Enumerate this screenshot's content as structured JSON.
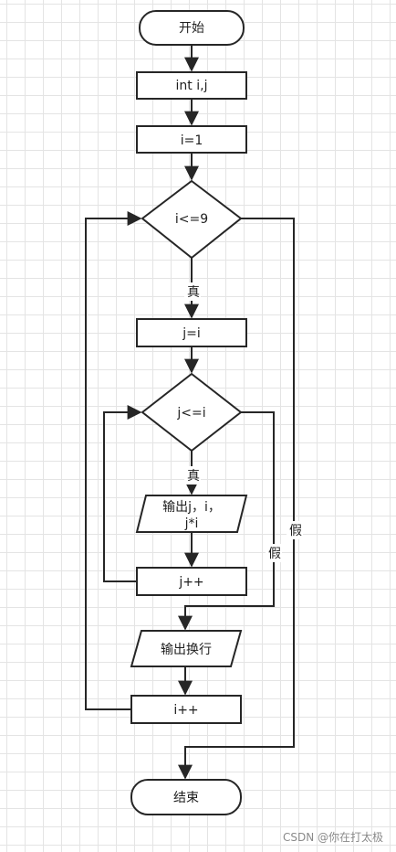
{
  "flowchart": {
    "nodes": {
      "start": "开始",
      "declare": "int i,j",
      "init_i": "i=1",
      "cond_i": "i<=9",
      "init_j": "j=i",
      "cond_j": "j<=i",
      "output_line1": "输出j，i，",
      "output_line2": "j*i",
      "inc_j": "j++",
      "newline": "输出换行",
      "inc_i": "i++",
      "end": "结束"
    },
    "edge_labels": {
      "cond_i_true": "真",
      "cond_i_false": "假",
      "cond_j_true": "真",
      "cond_j_false": "假"
    }
  },
  "watermark": "CSDN @你在打太极"
}
